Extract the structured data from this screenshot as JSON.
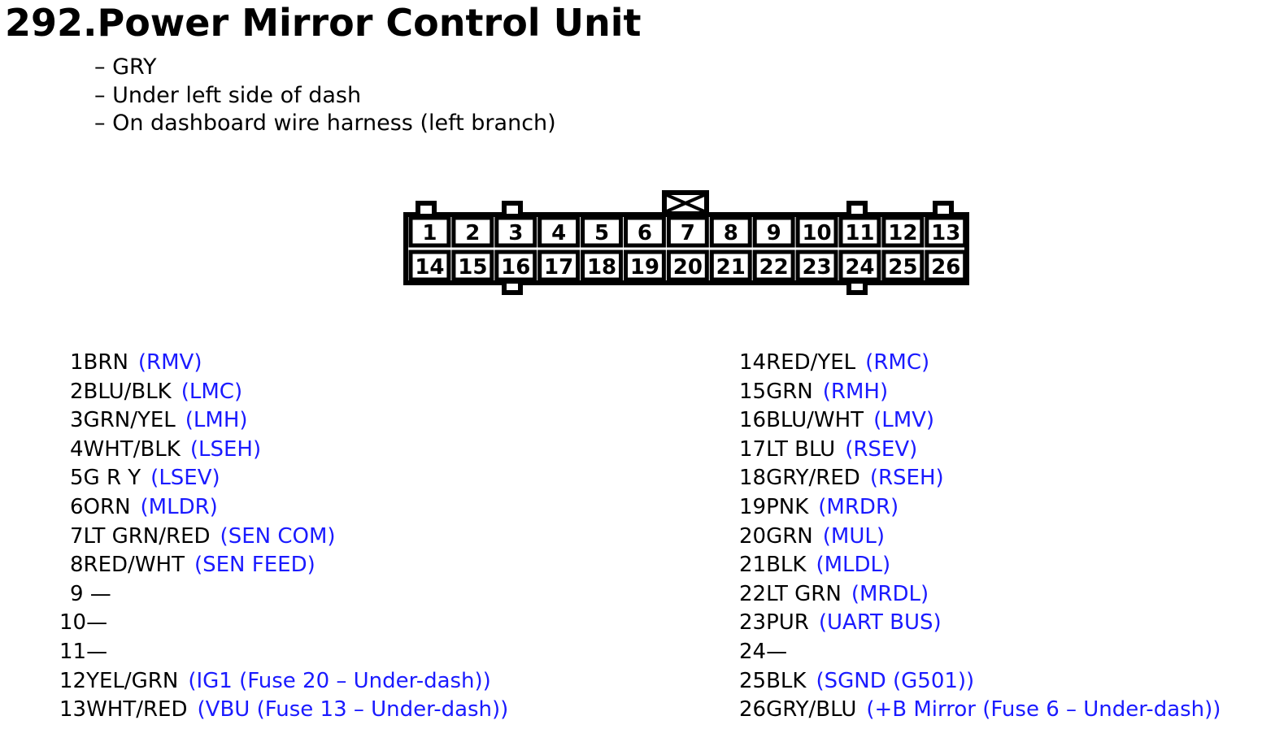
{
  "title": "292.Power Mirror Control Unit",
  "info": [
    "– GRY",
    "– Under left side of dash",
    "– On dashboard wire harness (left branch)"
  ],
  "connector": {
    "top_row": [
      "1",
      "2",
      "3",
      "4",
      "5",
      "6",
      "7",
      "8",
      "9",
      "10",
      "11",
      "12",
      "13"
    ],
    "bottom_row": [
      "14",
      "15",
      "16",
      "17",
      "18",
      "19",
      "20",
      "21",
      "22",
      "23",
      "24",
      "25",
      "26"
    ]
  },
  "pins_left": [
    {
      "pin": "1",
      "wire": "BRN",
      "fn": "(RMV)"
    },
    {
      "pin": "2",
      "wire": "BLU/BLK",
      "fn": "(LMC)"
    },
    {
      "pin": "3",
      "wire": "GRN/YEL",
      "fn": "(LMH)"
    },
    {
      "pin": "4",
      "wire": "WHT/BLK",
      "fn": "(LSEH)"
    },
    {
      "pin": "5",
      "wire": "G R Y",
      "fn": "(LSEV)"
    },
    {
      "pin": "6",
      "wire": "ORN",
      "fn": "(MLDR)"
    },
    {
      "pin": "7",
      "wire": "LT GRN/RED",
      "fn": "(SEN COM)"
    },
    {
      "pin": "8",
      "wire": "RED/WHT",
      "fn": "(SEN FEED)"
    },
    {
      "pin": "9",
      "wire": "—",
      "fn": ""
    },
    {
      "pin": "10",
      "wire": "—",
      "fn": ""
    },
    {
      "pin": "11",
      "wire": "—",
      "fn": ""
    },
    {
      "pin": "12",
      "wire": "YEL/GRN",
      "fn": "(IG1 (Fuse 20 – Under-dash))"
    },
    {
      "pin": "13",
      "wire": "WHT/RED",
      "fn": "(VBU (Fuse 13 – Under-dash))"
    }
  ],
  "pins_right": [
    {
      "pin": "14",
      "wire": "RED/YEL",
      "fn": "(RMC)"
    },
    {
      "pin": "15",
      "wire": "GRN",
      "fn": "(RMH)"
    },
    {
      "pin": "16",
      "wire": "BLU/WHT",
      "fn": "(LMV)"
    },
    {
      "pin": "17",
      "wire": "LT BLU",
      "fn": "(RSEV)"
    },
    {
      "pin": "18",
      "wire": "GRY/RED",
      "fn": "(RSEH)"
    },
    {
      "pin": "19",
      "wire": "PNK",
      "fn": "(MRDR)"
    },
    {
      "pin": "20",
      "wire": "GRN",
      "fn": "(MUL)"
    },
    {
      "pin": "21",
      "wire": "BLK",
      "fn": "(MLDL)"
    },
    {
      "pin": "22",
      "wire": "LT GRN",
      "fn": "(MRDL)"
    },
    {
      "pin": "23",
      "wire": "PUR",
      "fn": "(UART BUS)"
    },
    {
      "pin": "24",
      "wire": "—",
      "fn": ""
    },
    {
      "pin": "25",
      "wire": "BLK",
      "fn": "(SGND (G501))"
    },
    {
      "pin": "26",
      "wire": "GRY/BLU",
      "fn": "(+B Mirror (Fuse 6 – Under-dash))"
    }
  ]
}
